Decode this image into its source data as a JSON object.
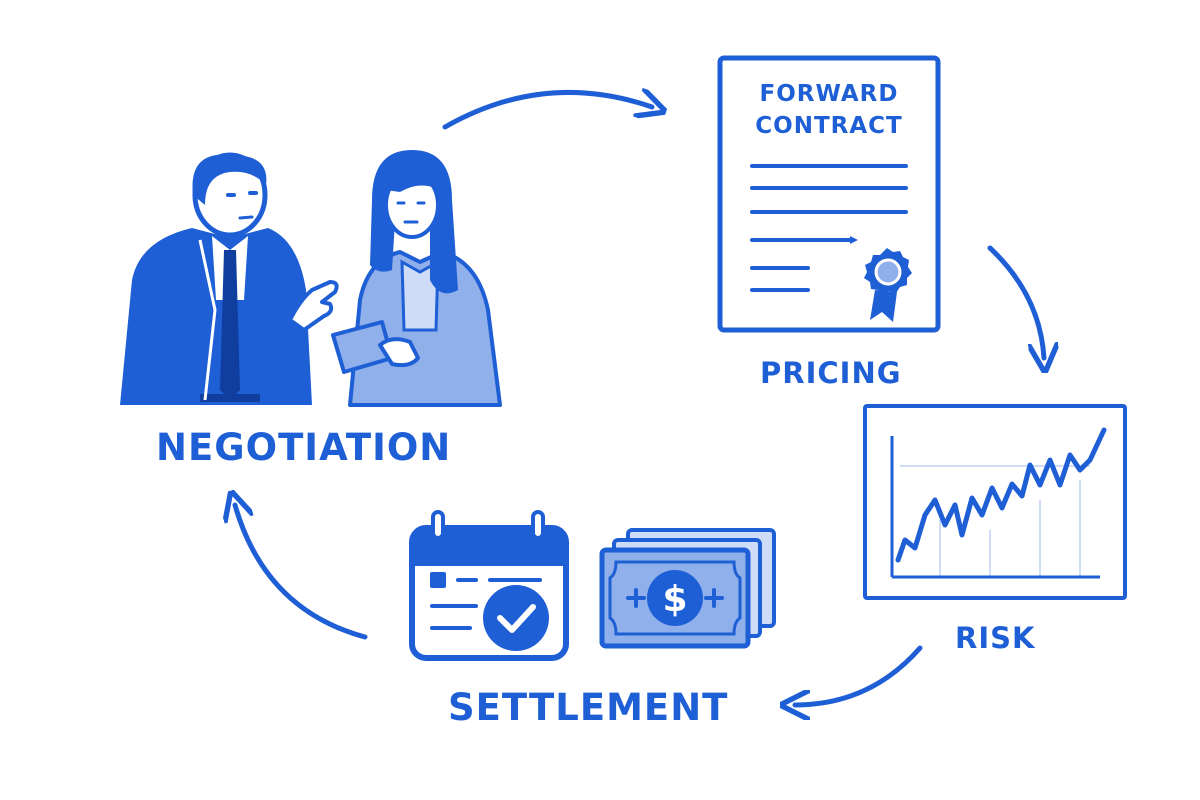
{
  "colors": {
    "primary": "#1f5fd6",
    "light": "#8fb0ea",
    "pale": "#cfdcf7",
    "background": "#ffffff"
  },
  "stages": {
    "negotiation": "NEGOTIATION",
    "pricing": "PRICING",
    "risk": "RISK",
    "settlement": "SETTLEMENT"
  },
  "contract": {
    "title_line1": "FORWARD",
    "title_line2": "CONTRACT"
  },
  "icons": {
    "people": "people-negotiating-icon",
    "document": "contract-document-icon",
    "seal": "certificate-seal-icon",
    "chart": "line-chart-icon",
    "calendar": "calendar-check-icon",
    "money": "banknote-icon",
    "currency_symbol": "$"
  },
  "cycle_arrows": [
    "clockwise-arrow",
    "clockwise-arrow",
    "clockwise-arrow",
    "clockwise-arrow"
  ]
}
